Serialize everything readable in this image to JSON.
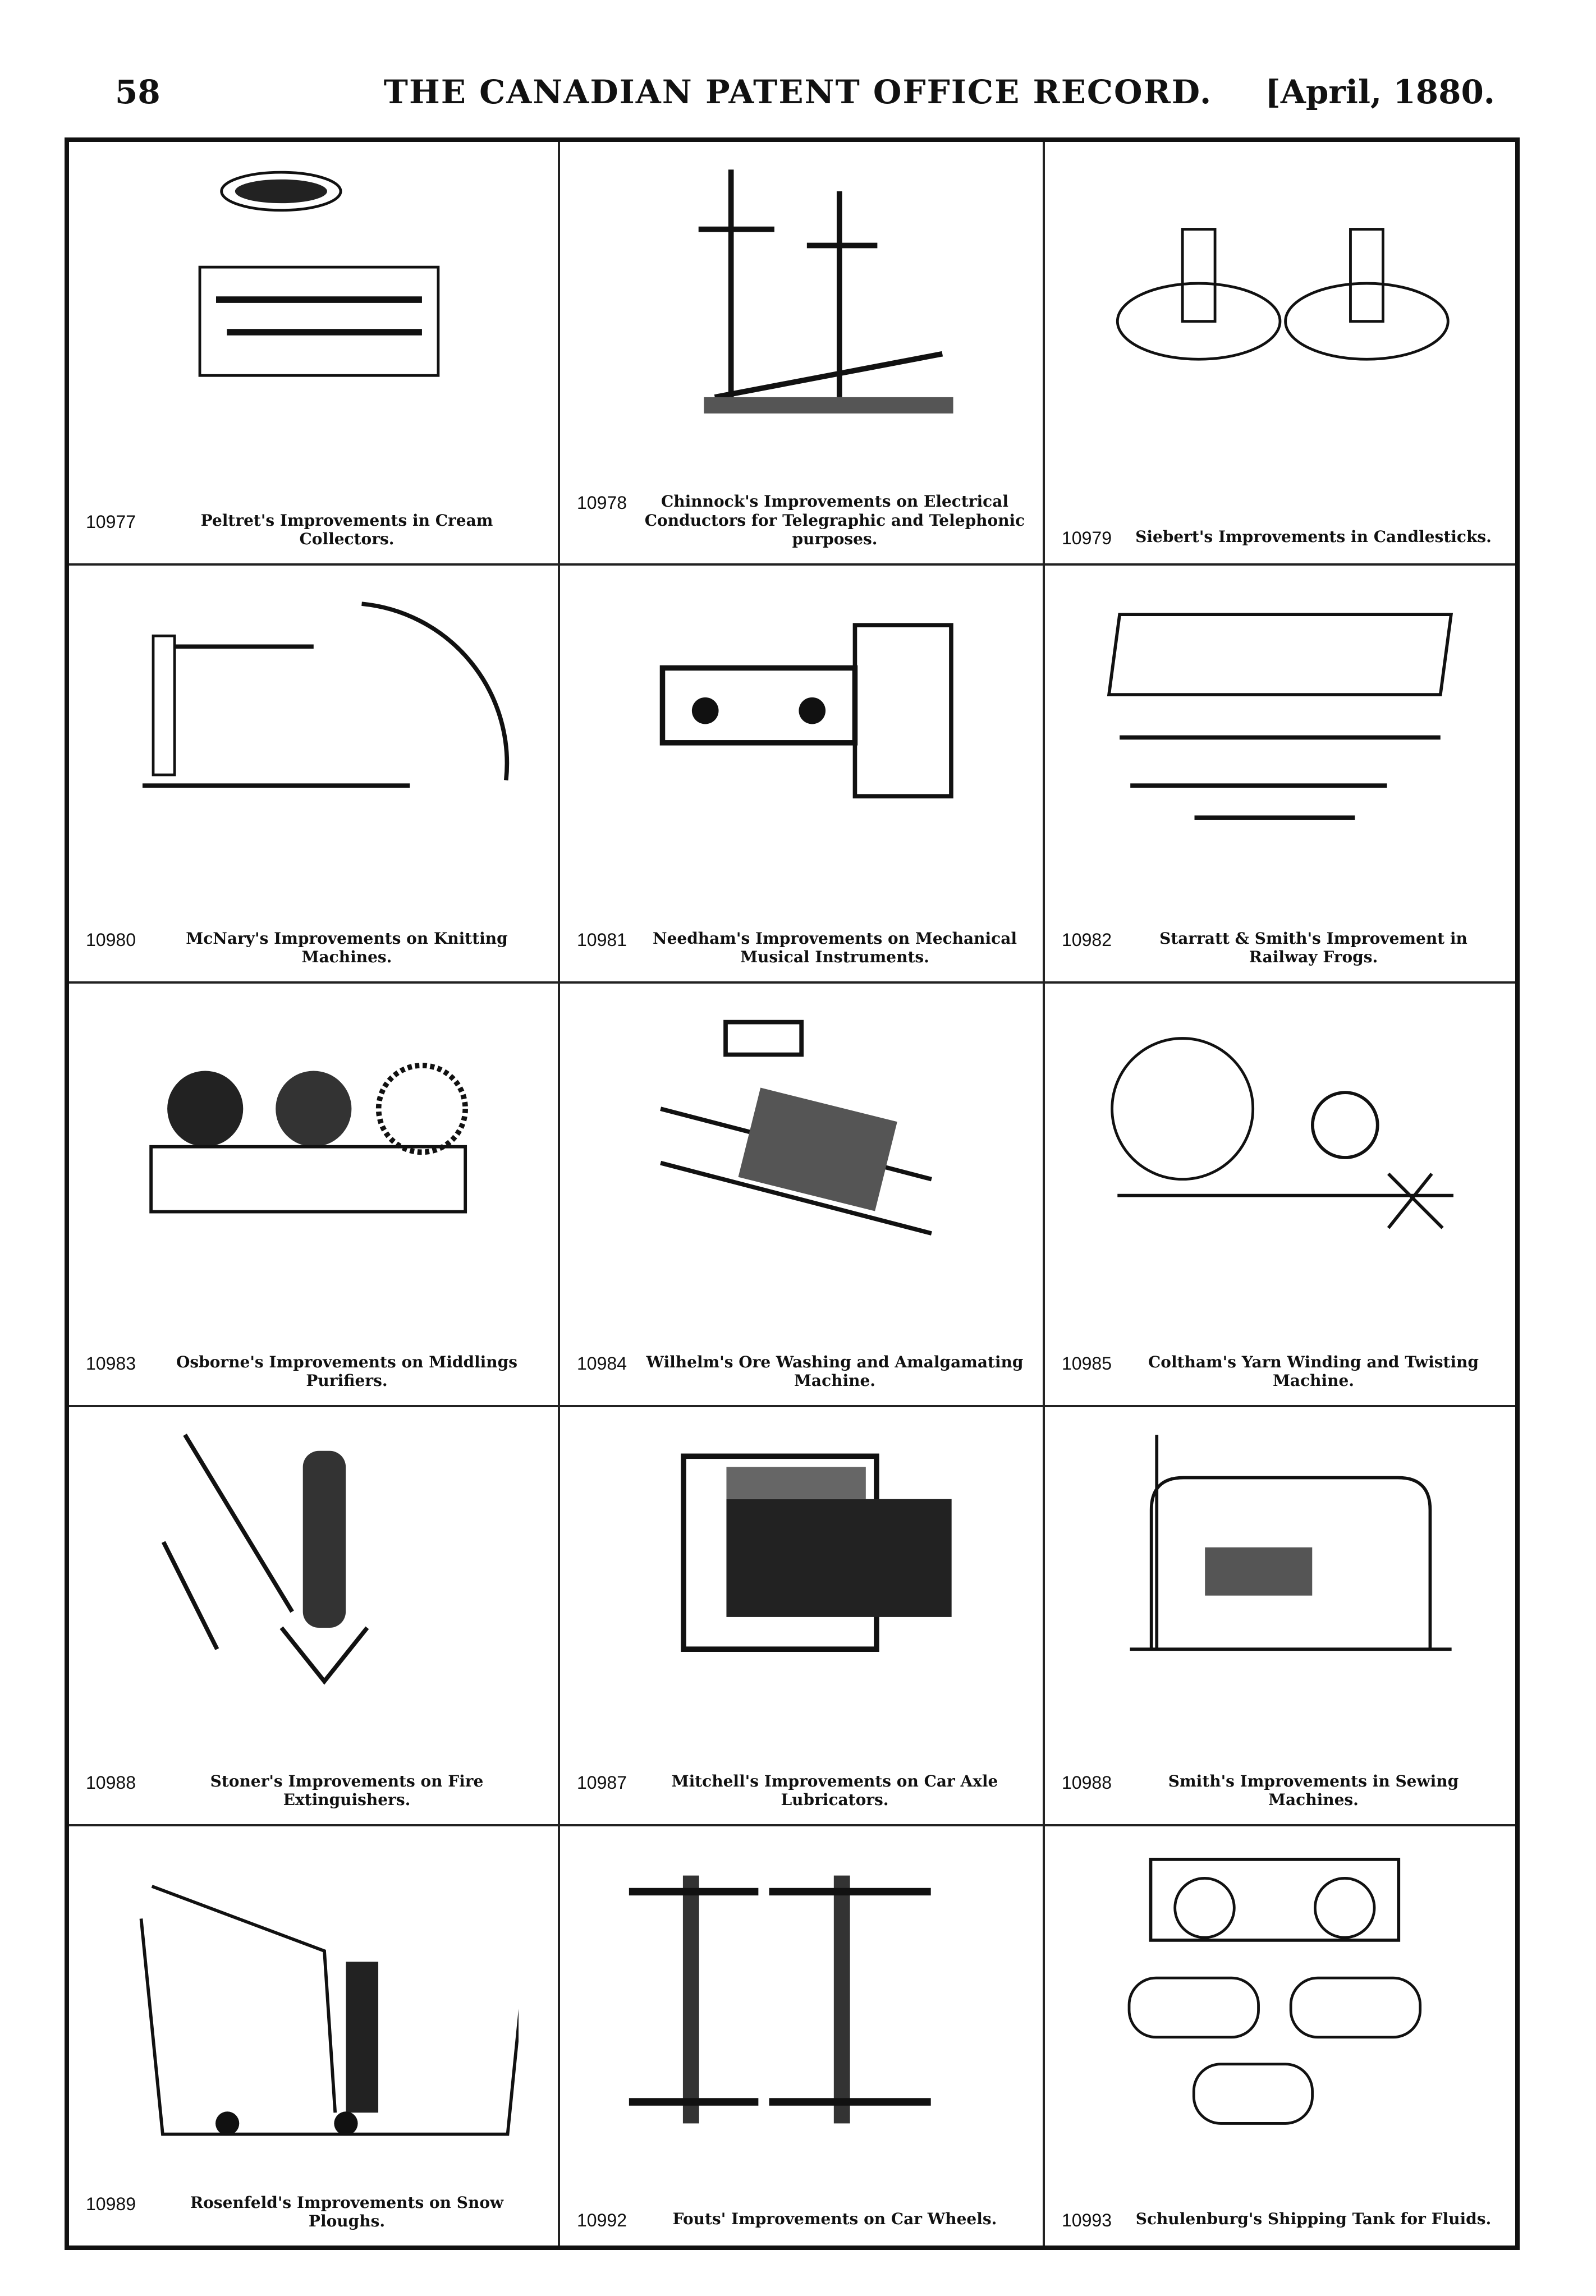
{
  "header": {
    "page_number": "58",
    "title": "THE CANADIAN PATENT OFFICE RECORD.",
    "date": "[April, 1880."
  },
  "patents": [
    {
      "number": "10977",
      "title": "Peltret's Improvements in Cream Collectors."
    },
    {
      "number": "10978",
      "title": "Chinnock's Improvements on Electrical Conductors for Telegraphic and Telephonic purposes."
    },
    {
      "number": "10979",
      "title": "Siebert's Improvements in Candlesticks."
    },
    {
      "number": "10980",
      "title": "McNary's Improvements on Knitting Machines."
    },
    {
      "number": "10981",
      "title": "Needham's Improvements on Mechanical Musical Instruments."
    },
    {
      "number": "10982",
      "title": "Starratt & Smith's Improvement in Railway Frogs."
    },
    {
      "number": "10983",
      "title": "Osborne's Improvements on Middlings Purifiers."
    },
    {
      "number": "10984",
      "title": "Wilhelm's Ore Washing and Amalgamating Machine."
    },
    {
      "number": "10985",
      "title": "Coltham's Yarn Winding and Twisting Machine."
    },
    {
      "number": "10988",
      "title": "Stoner's Improvements on Fire Extinguishers."
    },
    {
      "number": "10987",
      "title": "Mitchell's Improvements on Car Axle Lubricators."
    },
    {
      "number": "10988",
      "title": "Smith's Improvements in Sewing Machines."
    },
    {
      "number": "10989",
      "title": "Rosenfeld's Improvements on Snow Ploughs."
    },
    {
      "number": "10992",
      "title": "Fouts' Improvements on Car Wheels."
    },
    {
      "number": "10993",
      "title": "Schulenburg's Shipping Tank for Fluids."
    }
  ]
}
